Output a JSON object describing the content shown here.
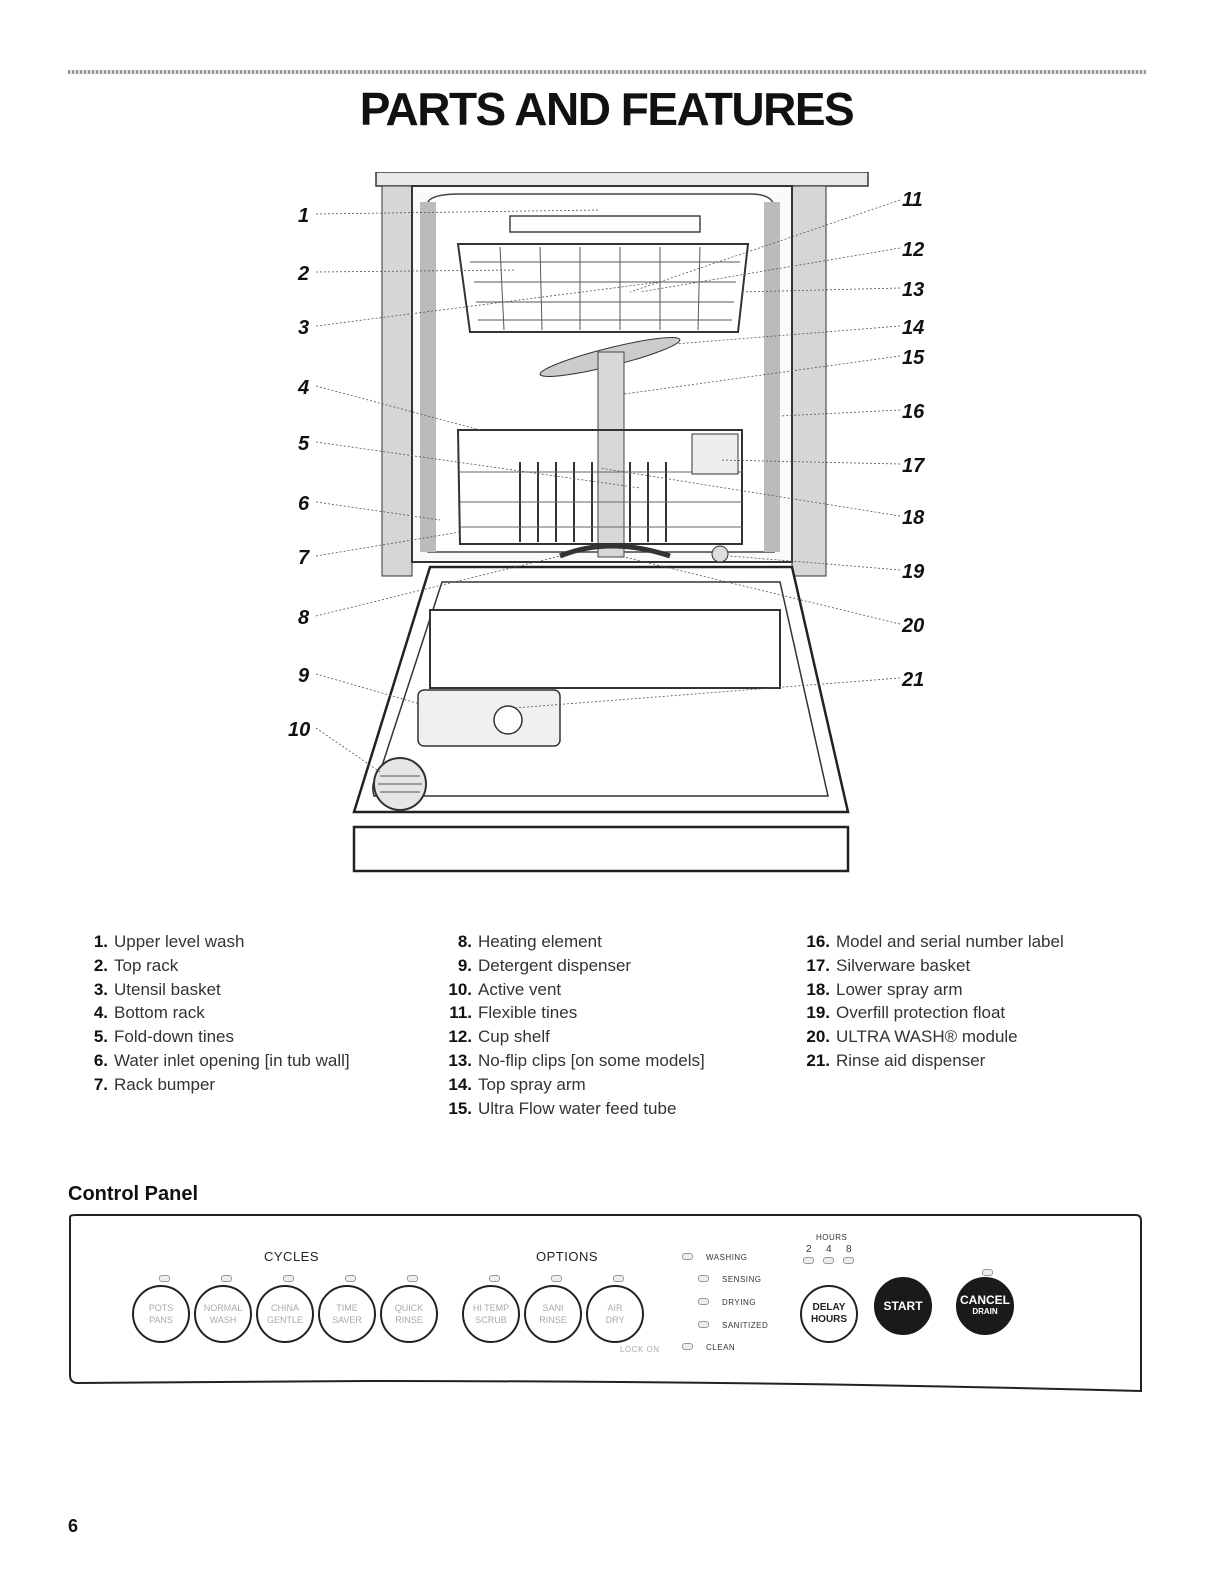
{
  "page": {
    "title": "PARTS AND FEATURES",
    "page_number": "6"
  },
  "diagram": {
    "callouts": [
      "1",
      "2",
      "3",
      "4",
      "5",
      "6",
      "7",
      "8",
      "9",
      "10",
      "11",
      "12",
      "13",
      "14",
      "15",
      "16",
      "17",
      "18",
      "19",
      "20",
      "21"
    ]
  },
  "parts_list": {
    "column1": [
      {
        "num": "1.",
        "label": "Upper level wash"
      },
      {
        "num": "2.",
        "label": "Top rack"
      },
      {
        "num": "3.",
        "label": "Utensil basket"
      },
      {
        "num": "4.",
        "label": "Bottom rack"
      },
      {
        "num": "5.",
        "label": "Fold-down tines"
      },
      {
        "num": "6.",
        "label": "Water inlet opening [in tub wall]"
      },
      {
        "num": "7.",
        "label": "Rack bumper"
      }
    ],
    "column2": [
      {
        "num": "8.",
        "label": "Heating element"
      },
      {
        "num": "9.",
        "label": "Detergent dispenser"
      },
      {
        "num": "10.",
        "label": "Active vent"
      },
      {
        "num": "11.",
        "label": "Flexible tines"
      },
      {
        "num": "12.",
        "label": "Cup shelf"
      },
      {
        "num": "13.",
        "label": "No-flip clips [on some models]"
      },
      {
        "num": "14.",
        "label": "Top spray arm"
      },
      {
        "num": "15.",
        "label": "Ultra Flow water feed tube"
      }
    ],
    "column3": [
      {
        "num": "16.",
        "label": "Model and serial number label"
      },
      {
        "num": "17.",
        "label": "Silverware basket"
      },
      {
        "num": "18.",
        "label": "Lower spray arm"
      },
      {
        "num": "19.",
        "label": "Overfill protection float"
      },
      {
        "num": "20.",
        "label": "ULTRA WASH® module"
      },
      {
        "num": "21.",
        "label": "Rinse aid dispenser"
      }
    ]
  },
  "control_panel": {
    "heading": "Control Panel",
    "cycles_label": "CYCLES",
    "options_label": "OPTIONS",
    "hours_label": "HOURS",
    "hours_values": [
      "2",
      "4",
      "8"
    ],
    "cycle_buttons": [
      {
        "line1": "POTS",
        "line2": "PANS"
      },
      {
        "line1": "NORMAL",
        "line2": "WASH"
      },
      {
        "line1": "CHINA",
        "line2": "GENTLE"
      },
      {
        "line1": "TIME",
        "line2": "SAVER"
      },
      {
        "line1": "QUICK",
        "line2": "RINSE"
      }
    ],
    "option_buttons": [
      {
        "line1": "HI TEMP",
        "line2": "SCRUB"
      },
      {
        "line1": "SANI",
        "line2": "RINSE"
      },
      {
        "line1": "AIR",
        "line2": "DRY"
      }
    ],
    "lock_on": "LOCK ON",
    "status_lights": [
      "WASHING",
      "SENSING",
      "DRYING",
      "SANITIZED",
      "CLEAN"
    ],
    "delay_button": {
      "line1": "DELAY",
      "line2": "HOURS"
    },
    "start_button": "START",
    "cancel_button": {
      "line1": "CANCEL",
      "line2": "DRAIN"
    }
  }
}
